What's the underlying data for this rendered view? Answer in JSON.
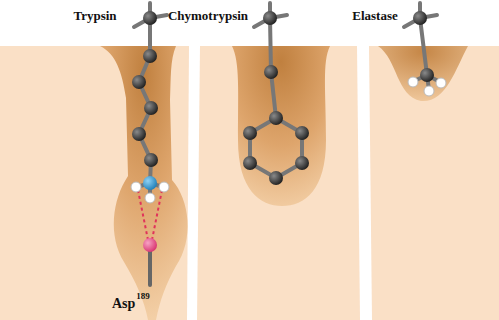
{
  "diagram": {
    "nodes": [
      {
        "text": [
          "Trypsin"
        ]
      },
      {
        "text": [
          "Chymotrypsin"
        ]
      },
      {
        "text": [
          "Elastase"
        ]
      }
    ],
    "labels": [
      "Asp",
      "189"
    ]
  }
}
